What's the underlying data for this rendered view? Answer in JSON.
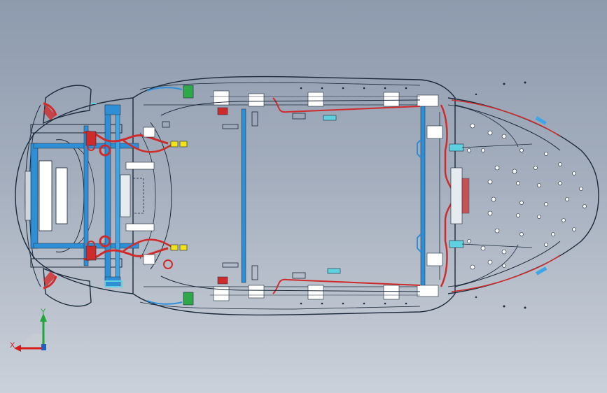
{
  "view": {
    "background_top": "#8e9bae",
    "background_bottom": "#cbd1da",
    "colors": {
      "outline": "#1b2a3a",
      "harness_blue": "#2f8fd6",
      "harness_red": "#cf2b2b",
      "connector_yellow": "#f2e21a",
      "part_white": "#ffffff",
      "accent_green": "#2fa84a",
      "cyan": "#5fd0e0"
    }
  },
  "drawing": {
    "subject": "vehicle-wiring-harness-top-view",
    "icons": [
      "cross-member",
      "wire-harness",
      "connector",
      "hole-pattern"
    ]
  },
  "triad": {
    "x_label": "X",
    "y_label": "Y",
    "x_color": "#d51a1a",
    "y_color": "#1fa83a",
    "z_color": "#2060c0"
  }
}
